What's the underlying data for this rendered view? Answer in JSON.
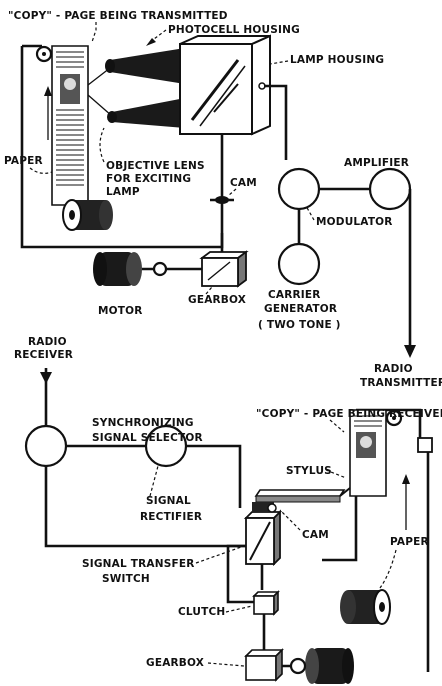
{
  "labels": {
    "copy_transmitted": "\"COPY\" - PAGE BEING TRANSMITTED",
    "photocell_housing": "PHOTOCELL HOUSING",
    "lamp_housing": "LAMP HOUSING",
    "paper_top": "PAPER",
    "objective_lens_1": "OBJECTIVE LENS",
    "objective_lens_2": "FOR EXCITING",
    "objective_lens_3": "LAMP",
    "cam_top": "CAM",
    "amplifier": "AMPLIFIER",
    "modulator": "MODULATOR",
    "motor": "MOTOR",
    "gearbox_top": "GEARBOX",
    "carrier_1": "CARRIER",
    "carrier_2": "GENERATOR",
    "carrier_3": "( TWO TONE )",
    "radio_receiver_1": "RADIO",
    "radio_receiver_2": "RECEIVER",
    "radio_transmitter_1": "RADIO",
    "radio_transmitter_2": "TRANSMITTER",
    "sync_1": "SYNCHRONIZING",
    "sync_2": "SIGNAL SELECTOR",
    "copy_received": "\"COPY\" - PAGE BEING RECEIVED",
    "stylus": "STYLUS",
    "signal_rectifier_1": "SIGNAL",
    "signal_rectifier_2": "RECTIFIER",
    "cam_bottom": "CAM",
    "paper_bottom": "PAPER",
    "signal_transfer_1": "SIGNAL TRANSFER",
    "signal_transfer_2": "SWITCH",
    "clutch": "CLUTCH",
    "gearbox_bottom": "GEARBOX"
  },
  "colors": {
    "ink": "#111111",
    "paper": "#ffffff"
  },
  "icons": [
    "motor-icon",
    "gearbox-icon",
    "cam-icon",
    "clutch-icon",
    "paper-roll-icon",
    "photocell-housing-icon",
    "lamp-housing-icon",
    "circle-component-icon"
  ]
}
